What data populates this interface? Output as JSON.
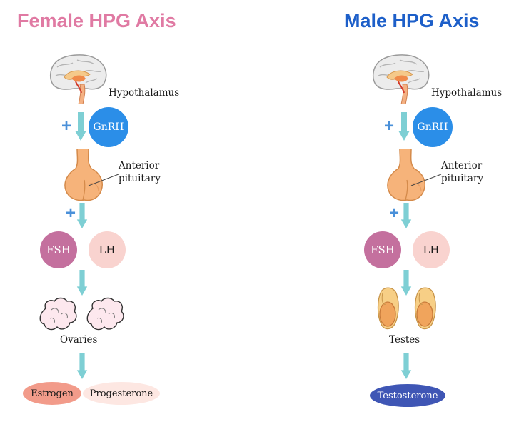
{
  "female": {
    "title": "Female HPG Axis",
    "hypothalamus": "Hypothalamus",
    "gnrh": "GnRH",
    "pituitary_line1": "Anterior",
    "pituitary_line2": "pituitary",
    "fsh": "FSH",
    "lh": "LH",
    "gonad": "Ovaries",
    "hormone1": "Estrogen",
    "hormone2": "Progesterone"
  },
  "male": {
    "title": "Male HPG Axis",
    "hypothalamus": "Hypothalamus",
    "gnrh": "GnRH",
    "pituitary_line1": "Anterior",
    "pituitary_line2": "pituitary",
    "fsh": "FSH",
    "lh": "LH",
    "gonad": "Testes",
    "hormone": "Testosterone"
  },
  "plus_sign": "+",
  "colors": {
    "female_title": "#e07aa3",
    "male_title": "#1d5fc9",
    "arrow": "#7ecfd4",
    "plus": "#4a90d9",
    "gnrh": "#2b8ee8",
    "fsh": "#c4709e",
    "lh": "#f9d3cf",
    "estrogen": "#f29b8a",
    "progesterone": "#fde7e2",
    "testosterone": "#3f56b5"
  }
}
